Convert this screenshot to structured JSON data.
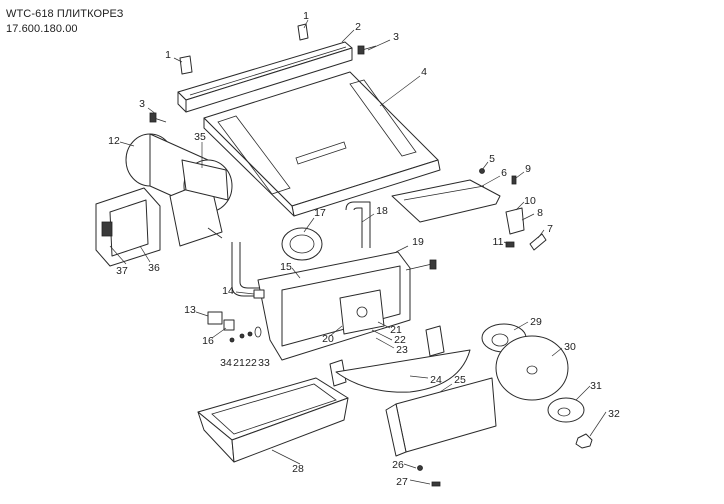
{
  "header": {
    "title": "WTC-618 ПЛИТКОРЕЗ",
    "code": "17.600.180.00"
  },
  "callouts": [
    "1",
    "2",
    "3",
    "4",
    "5",
    "6",
    "7",
    "8",
    "9",
    "10",
    "11",
    "12",
    "13",
    "14",
    "15",
    "16",
    "17",
    "18",
    "19",
    "20",
    "21",
    "22",
    "23",
    "24",
    "25",
    "26",
    "27",
    "28",
    "29",
    "30",
    "31",
    "32",
    "33",
    "34",
    "35",
    "36",
    "37"
  ]
}
